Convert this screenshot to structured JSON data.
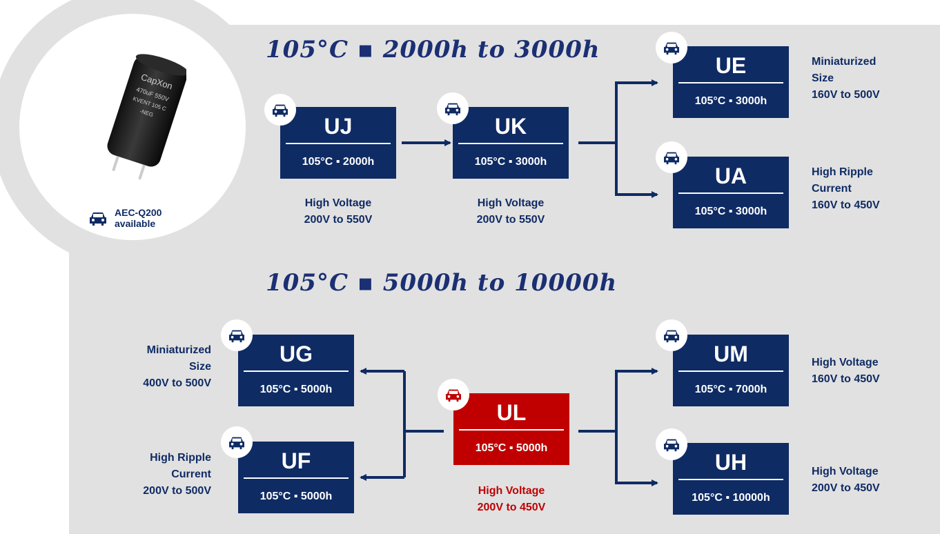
{
  "headings": {
    "top": "105°C ▪ 2000h to 3000h",
    "bottom": "105°C ▪ 5000h to 10000h"
  },
  "photo": {
    "alt": "CapXon capacitor",
    "print_lines": [
      "CapXon",
      "470uF 550V",
      "KVENT 105 C",
      "-NEG"
    ],
    "aec_line1": "AEC-Q200",
    "aec_line2": "available"
  },
  "series": {
    "UJ": {
      "code": "UJ",
      "spec": "105°C ▪ 2000h",
      "desc": [
        "High Voltage",
        "200V to 550V"
      ]
    },
    "UK": {
      "code": "UK",
      "spec": "105°C ▪ 3000h",
      "desc": [
        "High Voltage",
        "200V to 550V"
      ]
    },
    "UE": {
      "code": "UE",
      "spec": "105°C ▪ 3000h",
      "desc": [
        "Miniaturized",
        "Size",
        "160V to 500V"
      ]
    },
    "UA": {
      "code": "UA",
      "spec": "105°C ▪ 3000h",
      "desc": [
        "High Ripple",
        "Current",
        "160V to 450V"
      ]
    },
    "UG": {
      "code": "UG",
      "spec": "105°C ▪ 5000h",
      "desc": [
        "Miniaturized",
        "Size",
        "400V to 500V"
      ]
    },
    "UF": {
      "code": "UF",
      "spec": "105°C ▪ 5000h",
      "desc": [
        "High Ripple",
        "Current",
        "200V to 500V"
      ]
    },
    "UL": {
      "code": "UL",
      "spec": "105°C ▪ 5000h",
      "desc": [
        "High Voltage",
        "200V to 450V"
      ]
    },
    "UM": {
      "code": "UM",
      "spec": "105°C ▪ 7000h",
      "desc": [
        "High Voltage",
        "160V to 450V"
      ]
    },
    "UH": {
      "code": "UH",
      "spec": "105°C ▪ 10000h",
      "desc": [
        "High Voltage",
        "200V to 450V"
      ]
    }
  },
  "colors": {
    "navy": "#0f2b64",
    "red": "#c00000",
    "panel": "#e1e1e1"
  },
  "icons": {
    "badge": "car-icon"
  }
}
